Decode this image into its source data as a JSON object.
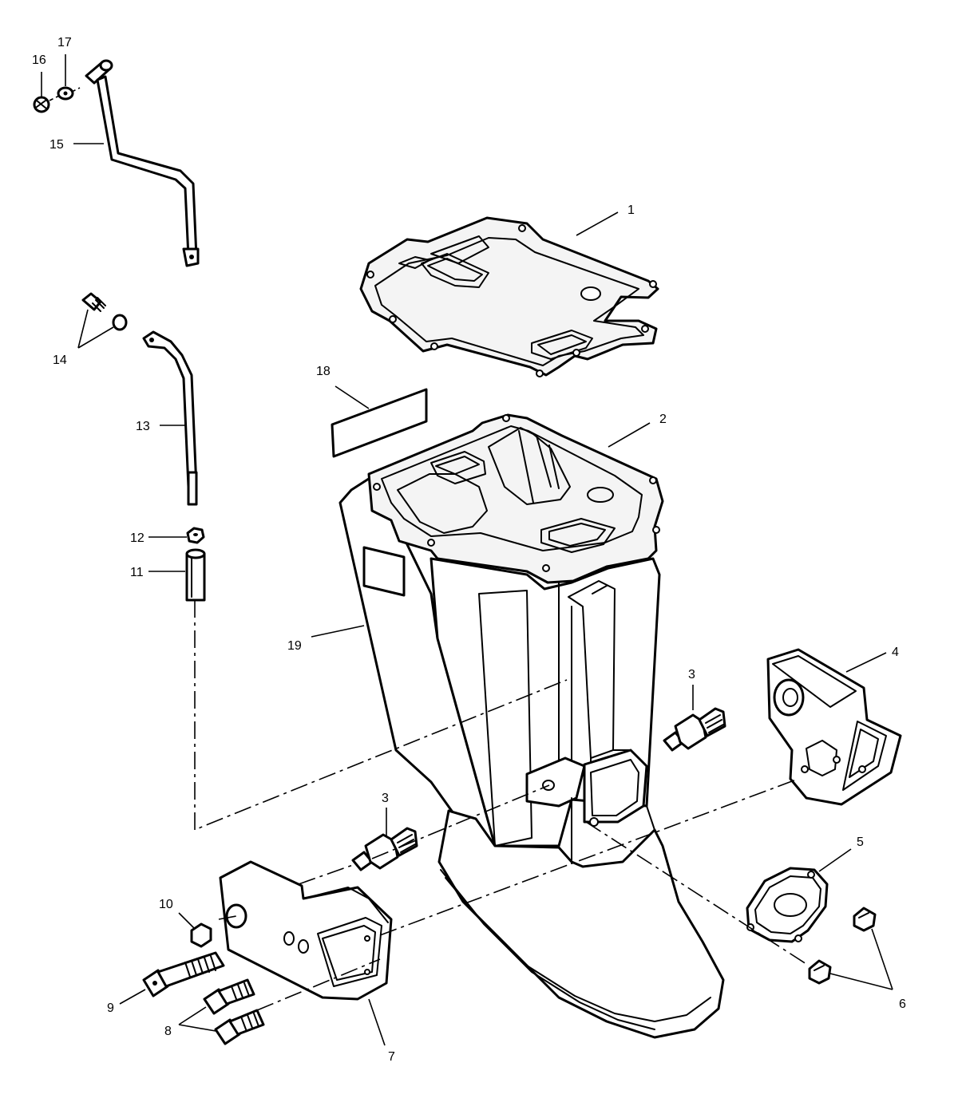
{
  "callouts": {
    "n1": "1",
    "n2": "2",
    "n3a": "3",
    "n3b": "3",
    "n4": "4",
    "n5": "5",
    "n6": "6",
    "n7": "7",
    "n8": "8",
    "n9": "9",
    "n10": "10",
    "n11": "11",
    "n12": "12",
    "n13": "13",
    "n14": "14",
    "n15": "15",
    "n16": "16",
    "n17": "17",
    "n18": "18",
    "n19": "19"
  },
  "colors": {
    "ink": "#000000",
    "paper": "#ffffff"
  }
}
